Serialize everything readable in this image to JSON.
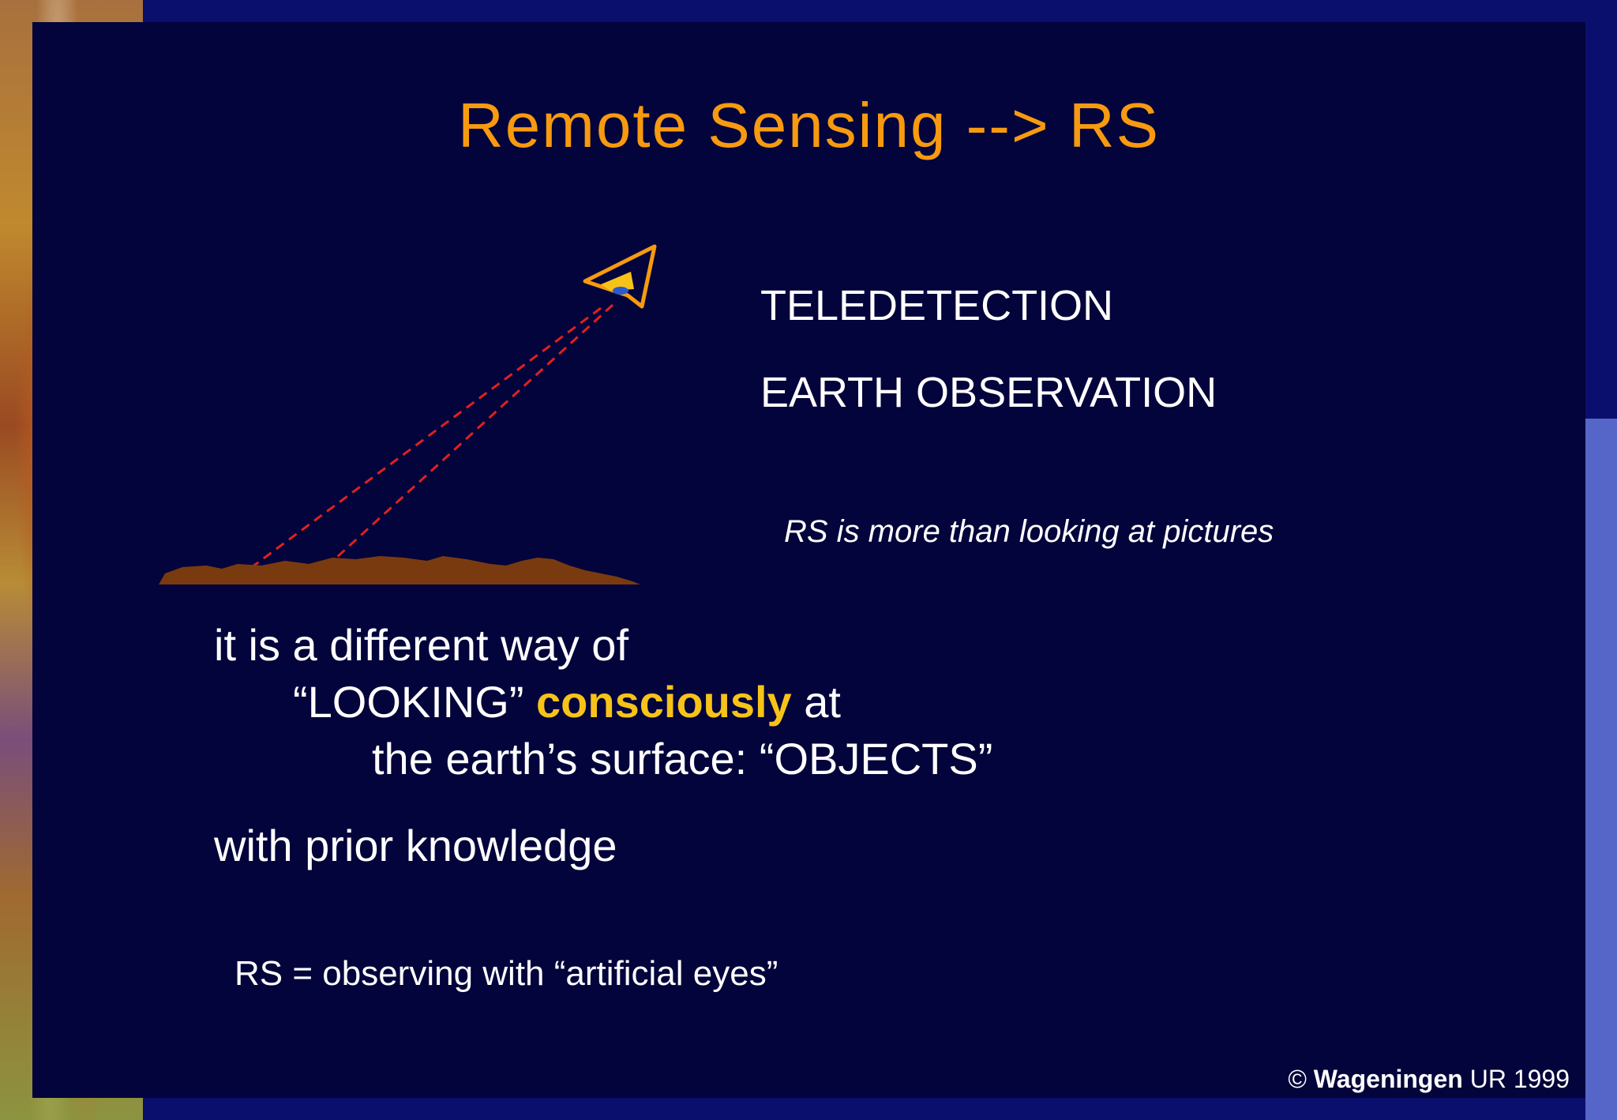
{
  "slide": {
    "title": "Remote Sensing --> RS",
    "terms": [
      "TELEDETECTION",
      "EARTH OBSERVATION"
    ],
    "note": "RS is more than looking at pictures",
    "body": {
      "line1": "it is a different way of",
      "line2_pre": "“LOOKING” ",
      "line2_emph": "consciously",
      "line2_post": " at",
      "line3": "the earth’s surface: “OBJECTS”",
      "line4": "with prior knowledge"
    },
    "definition": "RS = observing with “artificial eyes”",
    "copyright": {
      "symbol": "© ",
      "brand": "Wageningen",
      "rest": " UR 1999"
    }
  },
  "colors": {
    "background": "#0a0f6e",
    "slide": "#03043b",
    "title": "#f79a10",
    "emphasis": "#f7c318",
    "text": "#ffffff",
    "ground": "#7a3a10",
    "beam": "#e02020"
  },
  "icons": {
    "satellite": "satellite-icon",
    "ground": "terrain-icon"
  }
}
